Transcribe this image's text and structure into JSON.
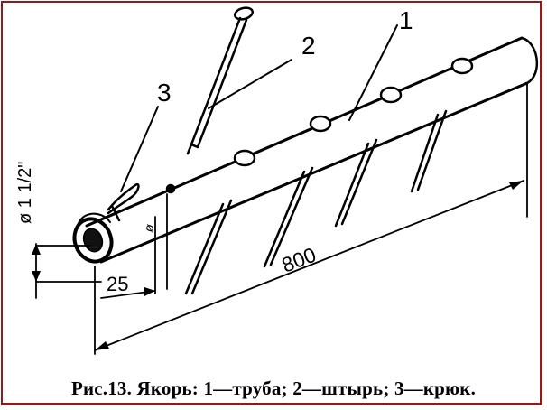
{
  "labels": {
    "pipe_number": "1",
    "pin_number": "2",
    "hook_number": "3",
    "length_dim": "800",
    "offset_dim": "25",
    "diameter_dim": "ø 1 1/2\"",
    "hole_symbol": "ø"
  },
  "caption": "Рис.13. Якорь: 1—труба; 2—штырь; 3—крюк."
}
